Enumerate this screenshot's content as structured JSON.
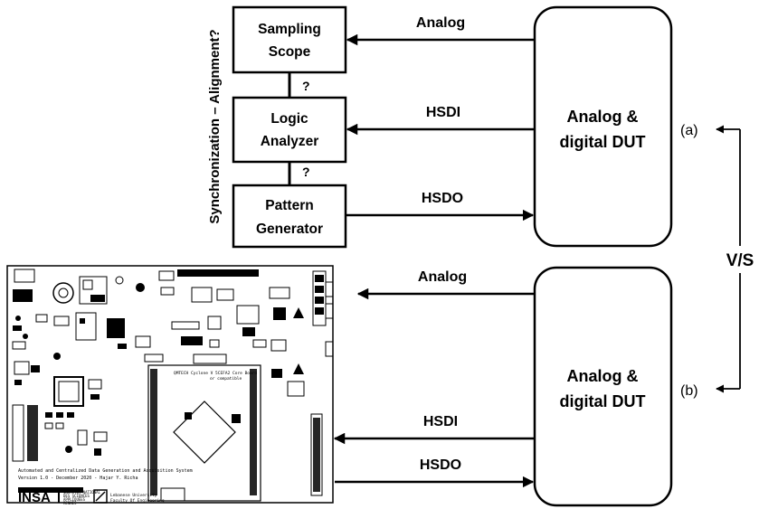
{
  "instruments": {
    "scope": [
      "Sampling",
      "Scope"
    ],
    "logic": [
      "Logic",
      "Analyzer"
    ],
    "pattern": [
      "Pattern",
      "Generator"
    ]
  },
  "question_marks": [
    "?",
    "?"
  ],
  "sync_label": "Synchronization – Alignment?",
  "top_signals": {
    "analog": "Analog",
    "hsdi": "HSDI",
    "hsdo": "HSDO"
  },
  "bottom_signals": {
    "analog": "Analog",
    "hsdi": "HSDI",
    "hsdo": "HSDO"
  },
  "dut": [
    "Analog &",
    "digital DUT"
  ],
  "case_labels": {
    "a": "(a)",
    "b": "(b)"
  },
  "vs_label": "V/S",
  "board": {
    "caption_lines": [
      "Automated and Centralized Data Generation and Acquisition System",
      "Version 1.0 - December 2020 - Hajar Y. Richa"
    ],
    "logo_insa": "INSA",
    "insa_name": [
      "INSTITUT NATIONAL",
      "DES SCIENCES",
      "APPLIQUÉES",
      "RENNES"
    ],
    "uni_name": [
      "Lebanese University",
      "Faculty Of Engineering"
    ],
    "module_label": [
      "QMTECH Cyclone V 5CEFA2 Core Board",
      "or compatible"
    ]
  }
}
